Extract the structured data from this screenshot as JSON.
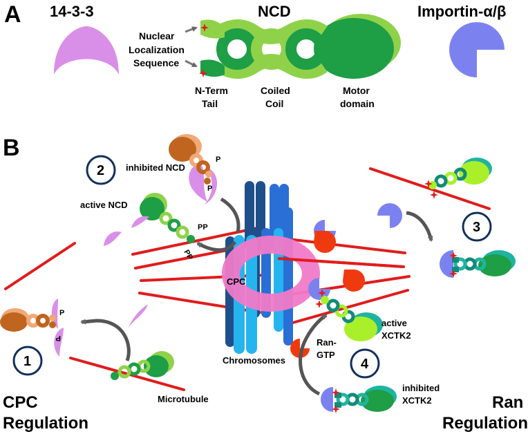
{
  "panel_a": {
    "letter": "A",
    "titles": {
      "left": "14-3-3",
      "center": "NCD",
      "right": "Importin-α/β"
    },
    "nls_label": [
      "Nuclear",
      "Localization",
      "Sequence"
    ],
    "parts": {
      "nterm": [
        "N-Term",
        "Tail"
      ],
      "coil": [
        "Coiled",
        "Coil"
      ],
      "motor": [
        "Motor",
        "domain"
      ]
    }
  },
  "panel_b": {
    "letter": "B",
    "steps": [
      "1",
      "2",
      "3",
      "4"
    ],
    "labels": {
      "inhibited_ncd": "inhibited NCD",
      "active_ncd": "active NCD",
      "cpc": "CPC",
      "chromosomes": "Chromosomes",
      "microtubule": "Microtubule",
      "active_xctk2": [
        "active",
        "XCTK2"
      ],
      "ran_gtp": [
        "Ran-",
        "GTP"
      ],
      "inhibited_xctk2": [
        "inhibited",
        "XCTK2"
      ],
      "p": "P",
      "pp": "PP"
    },
    "regions": {
      "cpc_regulation": [
        "CPC",
        "Regulation"
      ],
      "ran_regulation": [
        "Ran",
        "Regulation"
      ]
    }
  },
  "colors": {
    "protein_1433": "#d98fe8",
    "importin": "#7b82f0",
    "ncd_light": "#8fd24a",
    "ncd_dark": "#1e9e45",
    "ncd_inhibited_dark": "#c0651f",
    "ncd_inhibited_light": "#f0a977",
    "xctk2_dark": "#138a7a",
    "xctk2_light": "#a9f02a",
    "microtubule": "#e01c1c",
    "cpc_ring": "#f07ac8",
    "chromosome_dark": "#1f4f8a",
    "chromosome_mid": "#2a6fd6",
    "chromosome_light": "#26b4ef",
    "ran": "#ef3a10",
    "circle": "#13305c",
    "arrow": "#555555"
  }
}
